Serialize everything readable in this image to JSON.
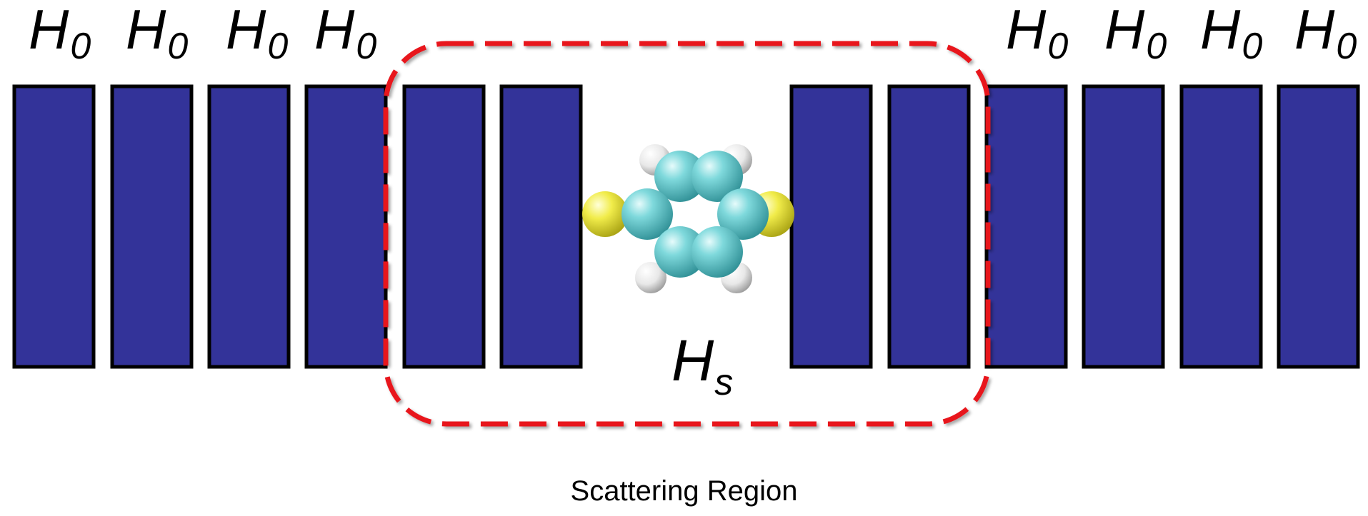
{
  "labels": {
    "lead_hamiltonian": "H",
    "lead_hamiltonian_sub": "0",
    "scattering_hamiltonian": "H",
    "scattering_hamiltonian_sub": "s",
    "caption": "Scattering Region"
  },
  "colors": {
    "block_fill": "#333399",
    "block_stroke": "#000000",
    "region_outline": "#e8141c",
    "carbon": "#5ec8cc",
    "sulfur": "#e6e23a",
    "hydrogen": "#f2f2f2"
  },
  "icons": {
    "molecule": "benzene-dithiol-molecule-icon"
  }
}
